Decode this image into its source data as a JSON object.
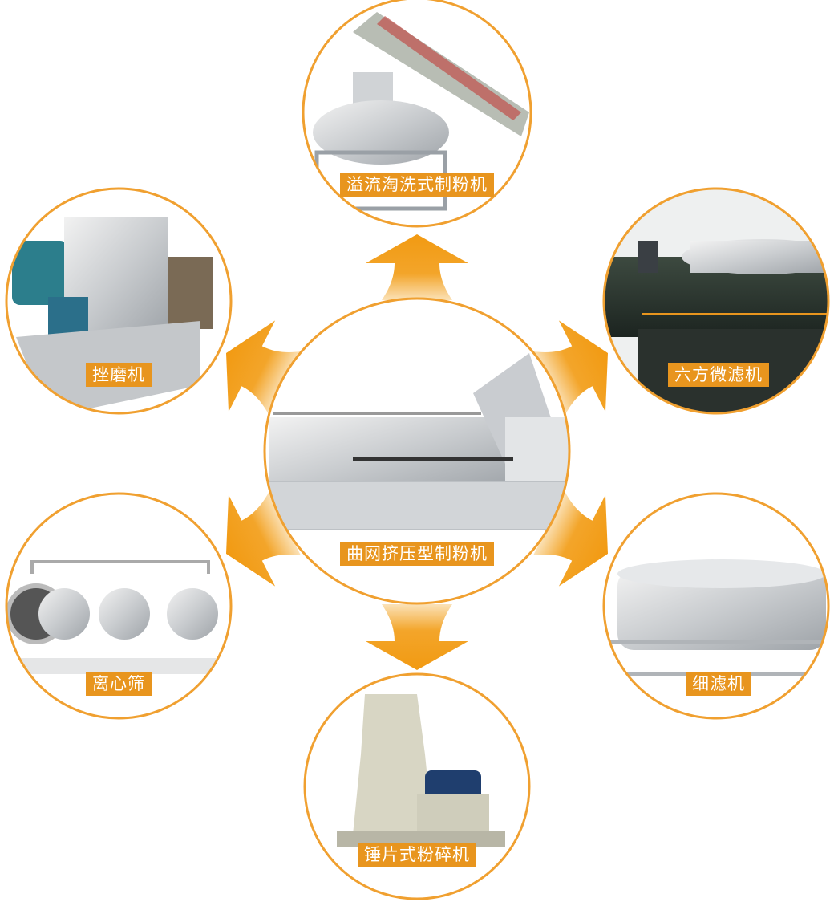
{
  "center": {
    "label": "曲网挤压型制粉机"
  },
  "machines": [
    {
      "id": "top",
      "label": "溢流淘洗式制粉机"
    },
    {
      "id": "upper-left",
      "label": "挫磨机"
    },
    {
      "id": "upper-right",
      "label": "六方微滤机"
    },
    {
      "id": "lower-left",
      "label": "离心筛"
    },
    {
      "id": "lower-right",
      "label": "细滤机"
    },
    {
      "id": "bottom",
      "label": "锤片式粉碎机"
    }
  ],
  "colors": {
    "accent": "#e8951e",
    "ring": "#f0a030"
  }
}
